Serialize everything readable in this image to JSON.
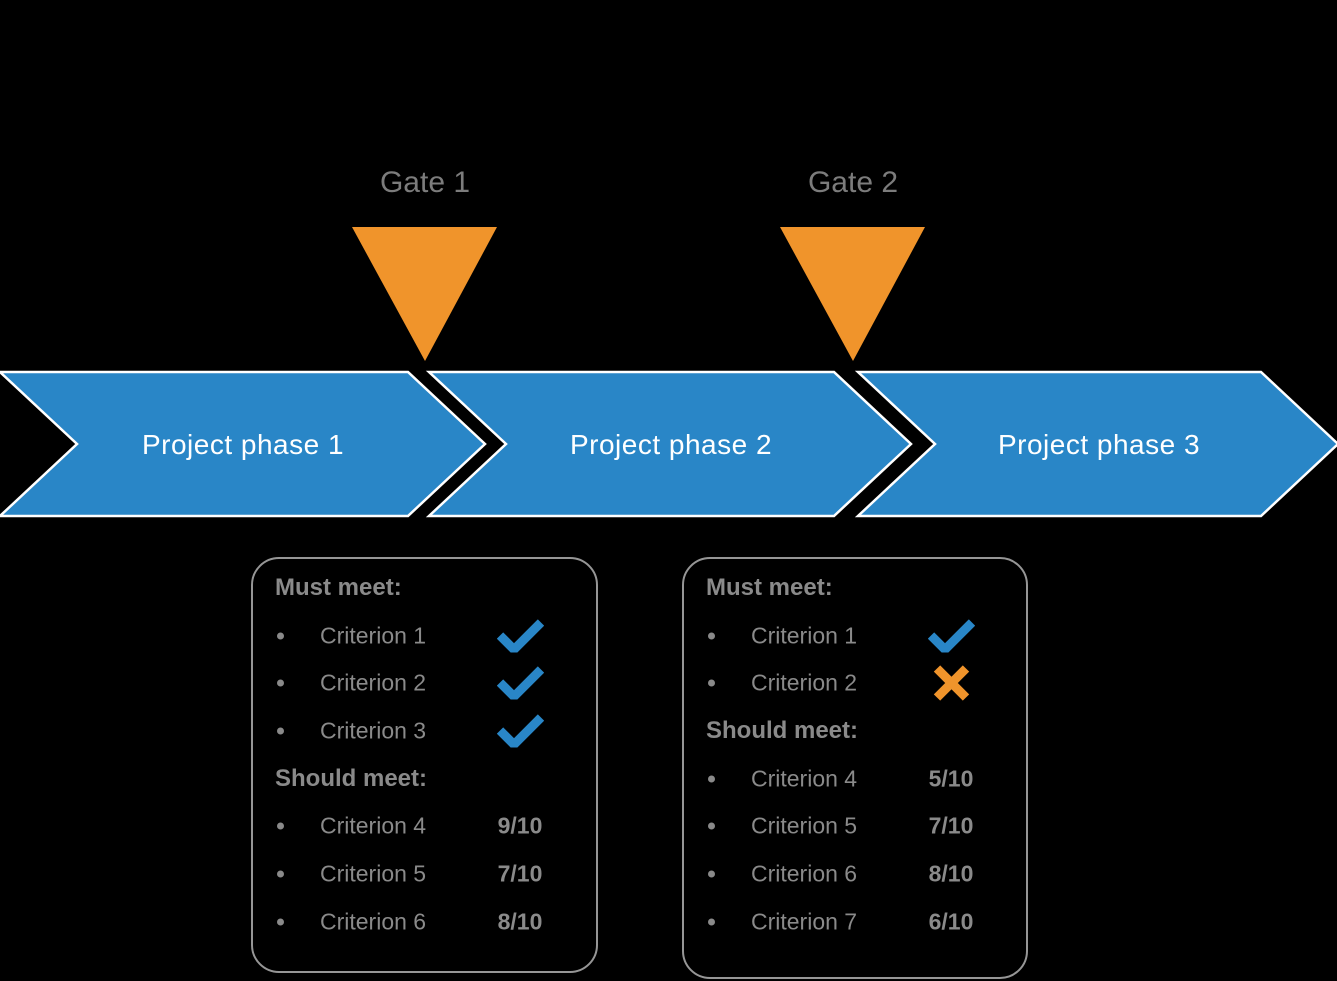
{
  "colors": {
    "phase_blue": "#2986C7",
    "gate_orange": "#F0942B",
    "text_gray": "#8A8A8A",
    "gate_label_gray": "#7C7C7C",
    "phase_text_white": "#FFFFFF",
    "background": "#000000",
    "box_border_gray": "#969696"
  },
  "icons": {
    "gate_marker": "triangle-down",
    "pass_mark": "check",
    "fail_mark": "cross",
    "list_bullet": "dot"
  },
  "gates": [
    {
      "label": "Gate 1"
    },
    {
      "label": "Gate 2"
    }
  ],
  "phases": [
    {
      "label": "Project phase 1"
    },
    {
      "label": "Project phase 2"
    },
    {
      "label": "Project phase 3"
    }
  ],
  "gate_boxes": [
    {
      "rows": [
        {
          "type": "heading",
          "text": "Must meet:"
        },
        {
          "type": "criterion",
          "label": "Criterion 1",
          "mark": "check"
        },
        {
          "type": "criterion",
          "label": "Criterion 2",
          "mark": "check"
        },
        {
          "type": "criterion",
          "label": "Criterion 3",
          "mark": "check"
        },
        {
          "type": "heading",
          "text": "Should meet:"
        },
        {
          "type": "criterion",
          "label": "Criterion 4",
          "score": "9/10"
        },
        {
          "type": "criterion",
          "label": "Criterion 5",
          "score": "7/10"
        },
        {
          "type": "criterion",
          "label": "Criterion 6",
          "score": "8/10"
        }
      ]
    },
    {
      "rows": [
        {
          "type": "heading",
          "text": "Must meet:"
        },
        {
          "type": "criterion",
          "label": "Criterion 1",
          "mark": "check"
        },
        {
          "type": "criterion",
          "label": "Criterion 2",
          "mark": "cross"
        },
        {
          "type": "heading",
          "text": "Should meet:"
        },
        {
          "type": "criterion",
          "label": "Criterion 4",
          "score": "5/10"
        },
        {
          "type": "criterion",
          "label": "Criterion 5",
          "score": "7/10"
        },
        {
          "type": "criterion",
          "label": "Criterion 6",
          "score": "8/10"
        },
        {
          "type": "criterion",
          "label": "Criterion 7",
          "score": "6/10"
        }
      ]
    }
  ]
}
